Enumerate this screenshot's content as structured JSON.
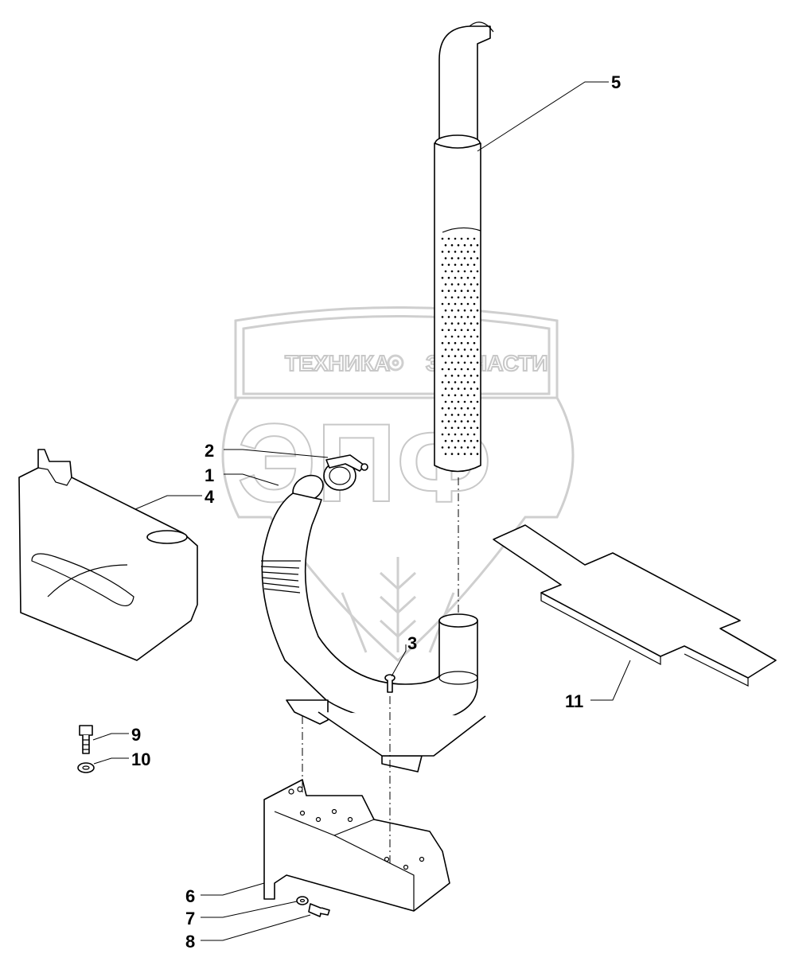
{
  "watermark": {
    "brand_left": "ТЕХНИКА",
    "brand_right": "ЗАПЧАСТИ",
    "logo_letters": "ЭПФ"
  },
  "callouts": [
    {
      "id": "1",
      "text": "1"
    },
    {
      "id": "2",
      "text": "2"
    },
    {
      "id": "3",
      "text": "3"
    },
    {
      "id": "4",
      "text": "4"
    },
    {
      "id": "5",
      "text": "5"
    },
    {
      "id": "6",
      "text": "6"
    },
    {
      "id": "7",
      "text": "7"
    },
    {
      "id": "8",
      "text": "8"
    },
    {
      "id": "9",
      "text": "9"
    },
    {
      "id": "10",
      "text": "10"
    },
    {
      "id": "11",
      "text": "11"
    }
  ],
  "parts": [
    {
      "id": "1",
      "name": "exhaust-pipe"
    },
    {
      "id": "2",
      "name": "clamp"
    },
    {
      "id": "3",
      "name": "screw"
    },
    {
      "id": "4",
      "name": "heat-shield"
    },
    {
      "id": "5",
      "name": "muffler-stack"
    },
    {
      "id": "6",
      "name": "mounting-bracket"
    },
    {
      "id": "7",
      "name": "washer"
    },
    {
      "id": "8",
      "name": "bolt"
    },
    {
      "id": "9",
      "name": "bolt"
    },
    {
      "id": "10",
      "name": "washer"
    },
    {
      "id": "11",
      "name": "gasket-plate"
    }
  ]
}
